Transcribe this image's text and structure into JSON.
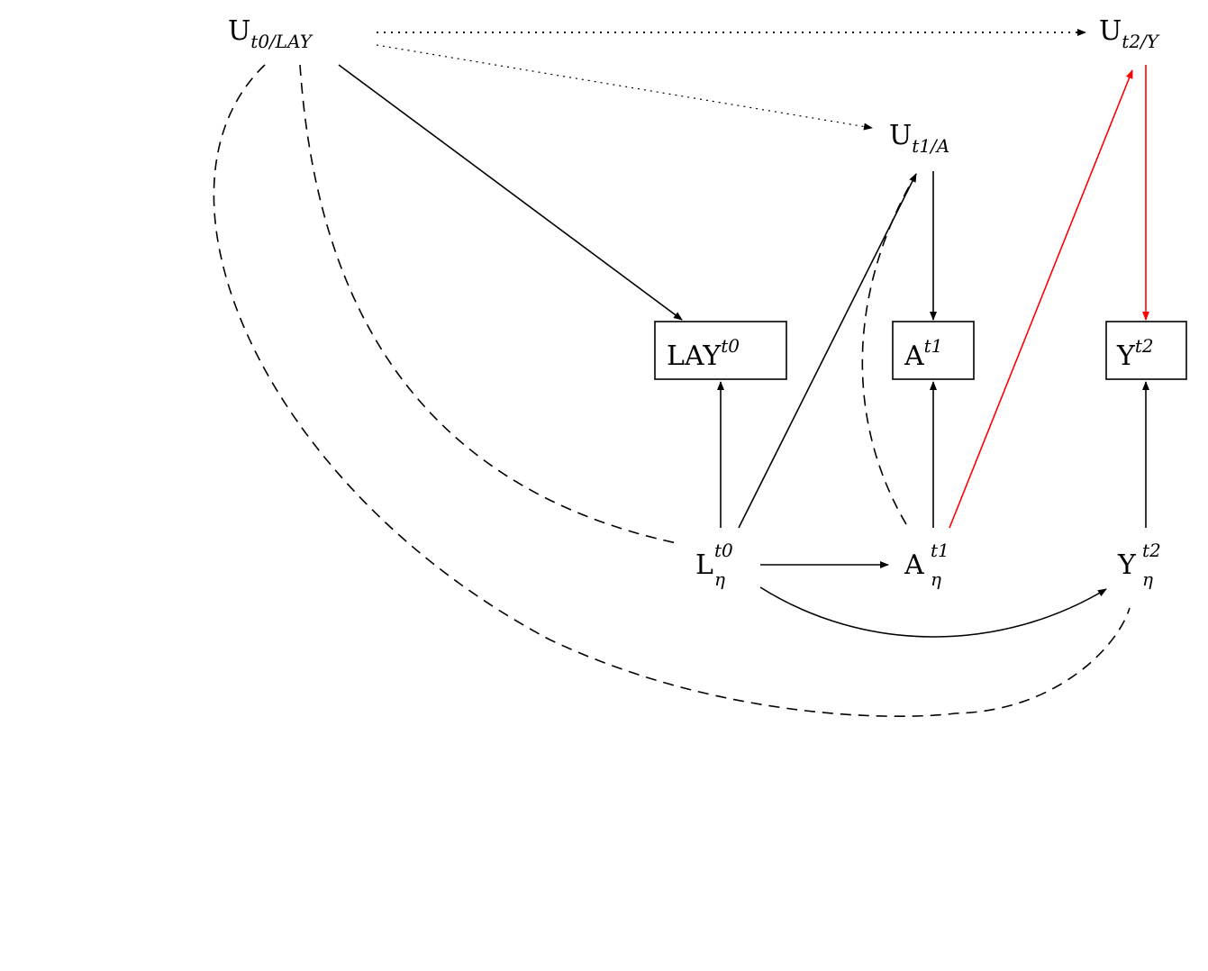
{
  "nodes": {
    "u_t0": {
      "base": "U",
      "sub": "t0/LAY",
      "sup": ""
    },
    "u_t2": {
      "base": "U",
      "sub": "t2/Y",
      "sup": ""
    },
    "u_t1": {
      "base": "U",
      "sub": "t1/A",
      "sup": ""
    },
    "lay_box": {
      "base": "LAY",
      "sub": "",
      "sup": "t0"
    },
    "a_box": {
      "base": "A",
      "sub": "",
      "sup": "t1"
    },
    "y_box": {
      "base": "Y",
      "sub": "",
      "sup": "t2"
    },
    "l_eta": {
      "base": "L",
      "sub": "η",
      "sup": "t0"
    },
    "a_eta": {
      "base": "A",
      "sub": "η",
      "sup": "t1"
    },
    "y_eta": {
      "base": "Y",
      "sub": "η",
      "sup": "t2"
    }
  },
  "colors": {
    "black": "#000000",
    "highlight": "#ff0000"
  }
}
